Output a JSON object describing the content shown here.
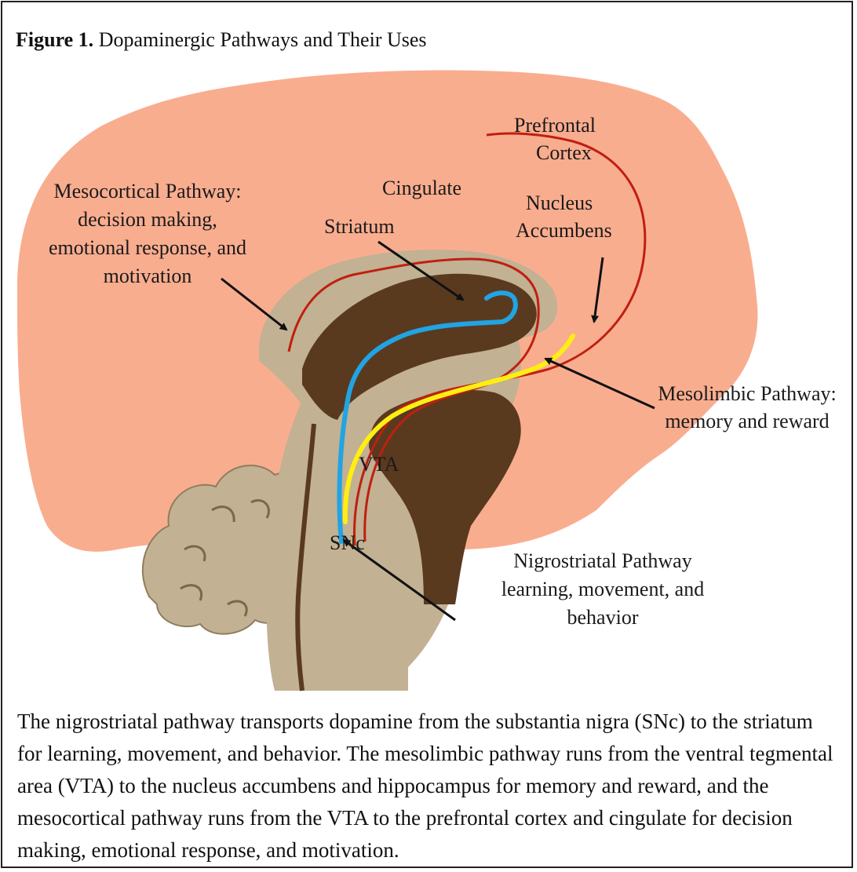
{
  "figure": {
    "label": "Figure 1.",
    "title": "Dopaminergic Pathways and Their Uses"
  },
  "labels": {
    "prefrontal": [
      "Prefrontal",
      "Cortex"
    ],
    "cingulate": "Cingulate",
    "nucleus_accumbens": [
      "Nucleus",
      "Accumbens"
    ],
    "striatum": "Striatum",
    "mesocortical": [
      "Mesocortical Pathway:",
      "decision making,",
      "emotional response, and",
      "motivation"
    ],
    "mesolimbic": [
      "Mesolimbic Pathway:",
      "memory and reward"
    ],
    "vta": "VTA",
    "snc": "SNc",
    "nigrostriatal": [
      "Nigrostriatal Pathway",
      "learning, movement, and",
      "behavior"
    ]
  },
  "colors": {
    "cortex": "#f9ad8f",
    "brain_tissue": "#c2b193",
    "dark_tissue": "#5a3a1f",
    "mesocortical_path": "#c01f10",
    "nigrostriatal_path": "#21a4e4",
    "mesolimbic_path": "#ffee12",
    "arrow": "#111111"
  },
  "caption": "The nigrostriatal pathway transports dopamine from the substantia nigra (SNc) to the striatum for learning, movement, and behavior.  The mesolimbic pathway runs from the ventral tegmental area (VTA) to the nucleus accumbens and hippocampus for memory and reward, and the mesocortical pathway runs from the VTA to the prefrontal cortex and cingulate for decision making, emotional response, and motivation."
}
